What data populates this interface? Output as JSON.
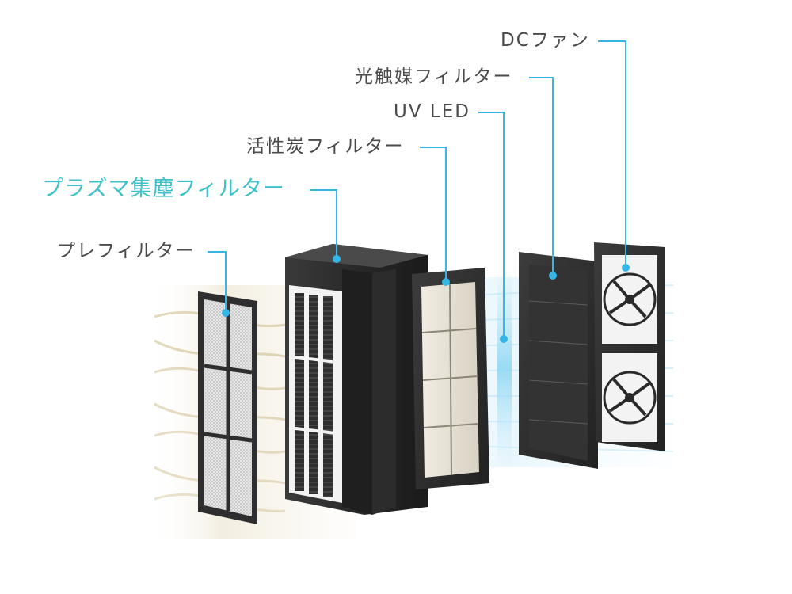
{
  "colors": {
    "leader_line": "#35b6e6",
    "label_text": "#4a4a4a",
    "highlight_text": "#3fc1c9",
    "housing_dark": "#2b2b2b",
    "filter_frame": "#3a3a3a",
    "mesh_light": "#d9d9d9",
    "air_flow_warm": "#d8c9a0",
    "air_flow_cool": "#a9dcf2"
  },
  "labels": {
    "dc_fan": "DCファン",
    "photocatalyst_filter": "光触媒フィルター",
    "uv_led": "UV LED",
    "activated_carbon_filter": "活性炭フィルター",
    "plasma_dust_filter": "プラズマ集塵フィルター",
    "pre_filter": "プレフィルター"
  },
  "highlighted_component": "plasma_dust_filter"
}
